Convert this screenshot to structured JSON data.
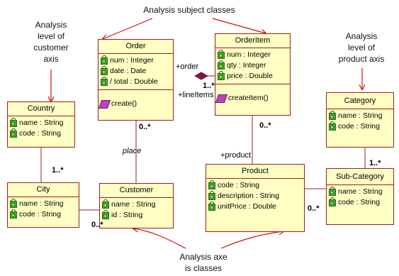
{
  "annotations": {
    "subject_classes": "Analysis subject classes",
    "customer_axis": [
      "Analysis",
      "level of",
      "customer",
      "axis"
    ],
    "product_axis": [
      "Analysis",
      "level of",
      "product axis"
    ],
    "axe_classes": [
      "Analysis axe",
      "is classes"
    ]
  },
  "classes": {
    "order": {
      "name": "Order",
      "attributes": [
        "num : Integer",
        "date : Date",
        "/ total : Double"
      ],
      "operations": [
        "create()"
      ]
    },
    "orderitem": {
      "name": "OrderItem",
      "attributes": [
        "num : Integer",
        "qty : Integer",
        "price : Double"
      ],
      "operations": [
        "createItem()"
      ]
    },
    "country": {
      "name": "Country",
      "attributes": [
        "name : String",
        "code : String"
      ]
    },
    "city": {
      "name": "City",
      "attributes": [
        "name : String",
        "code : String"
      ]
    },
    "customer": {
      "name": "Customer",
      "attributes": [
        "name : String",
        "id : String"
      ]
    },
    "product": {
      "name": "Product",
      "attributes": [
        "code : String",
        "description : String",
        "unitPrice : Double"
      ]
    },
    "category": {
      "name": "Category",
      "attributes": [
        "name : String",
        "code : String"
      ]
    },
    "subcategory": {
      "name": "Sub-Category",
      "attributes": [
        "name : String",
        "code : String"
      ]
    }
  },
  "labels": {
    "order_role": "+order",
    "lineitems_role": "+lineItems",
    "orderitem_mult": "1..*",
    "order_customer_mult": "0..*",
    "place": "place",
    "customer_mult": "0..*",
    "country_city_mult": "1..*",
    "orderitem_product_mult": "0..*",
    "product_role": "+product",
    "category_sub_mult": "1..*",
    "product_sub_mult": "0..*"
  },
  "colors": {
    "class_fill": "#ffffc4",
    "class_border": "#9a1f1f",
    "arrow": "#d01010",
    "aggregation": "#7a1a3a"
  }
}
